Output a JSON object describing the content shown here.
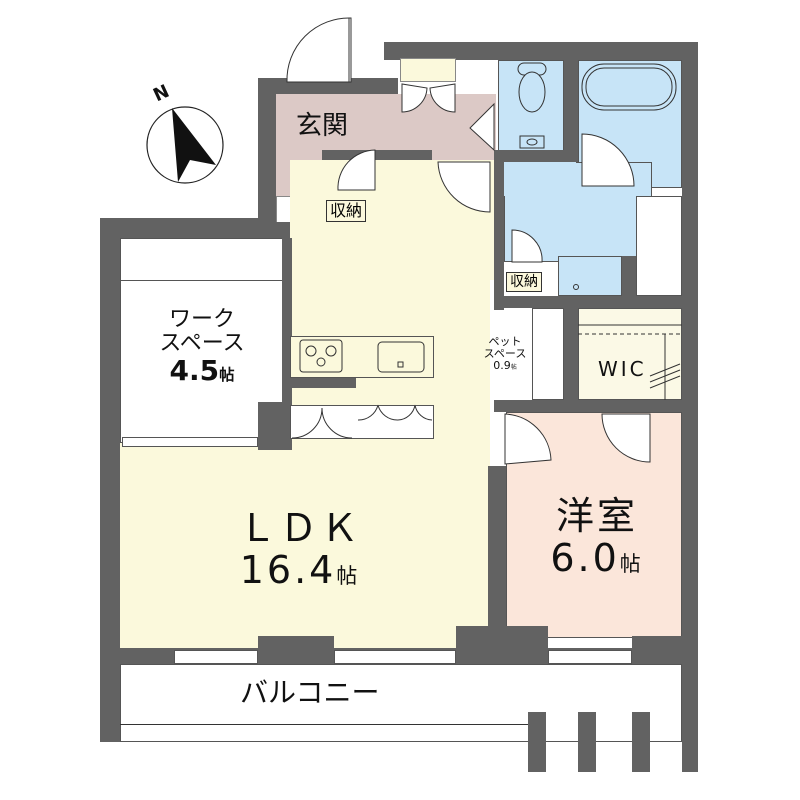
{
  "compass": {
    "label": "N",
    "icon": "north-arrow-icon"
  },
  "rooms": {
    "entrance": {
      "label": "玄関",
      "color": "#dcc9c6"
    },
    "entrance_storage": {
      "label": "収納"
    },
    "work_space": {
      "label_line1": "ワーク",
      "label_line2": "スペース",
      "size": "4.5",
      "unit": "帖",
      "color": "#ffffff"
    },
    "ldk": {
      "label": "ＬＤＫ",
      "size": "16.4",
      "unit": "帖",
      "color": "#fbf9dc"
    },
    "pet_space": {
      "label_line1": "ペット",
      "label_line2": "スペース",
      "size": "0.9",
      "unit": "帖"
    },
    "wic": {
      "label": "WIC",
      "color": "#fbf9e6"
    },
    "western_room": {
      "label": "洋室",
      "size": "6.0",
      "unit": "帖",
      "color": "#fbe6da"
    },
    "wash_storage": {
      "label": "収納"
    },
    "bathroom": {
      "color": "#c7e4f7"
    },
    "balcony": {
      "label": "バルコニー"
    }
  },
  "colors": {
    "wall": "#626262",
    "line": "#333333"
  }
}
